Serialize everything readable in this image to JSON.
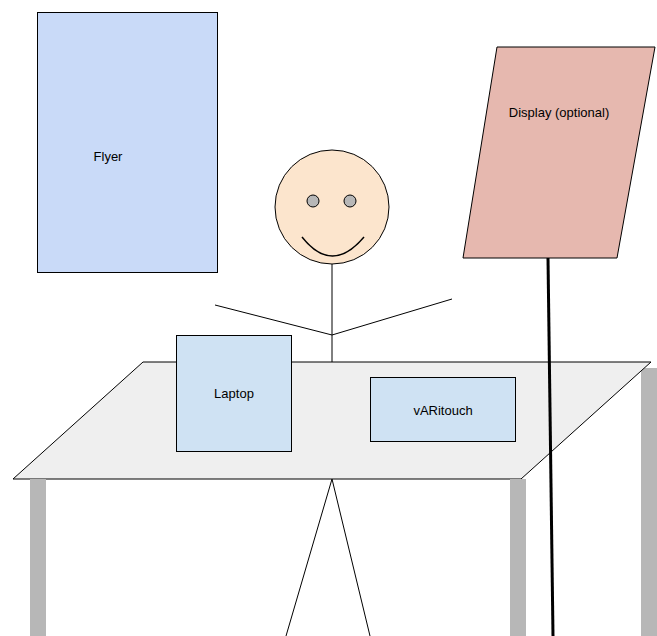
{
  "diagram": {
    "nodes": [
      {
        "text": [
          "Flyer"
        ]
      },
      {
        "text": [
          "Display (optional)"
        ]
      },
      {
        "text": [
          "Laptop"
        ]
      },
      {
        "text": [
          "vARitouch"
        ]
      }
    ]
  }
}
